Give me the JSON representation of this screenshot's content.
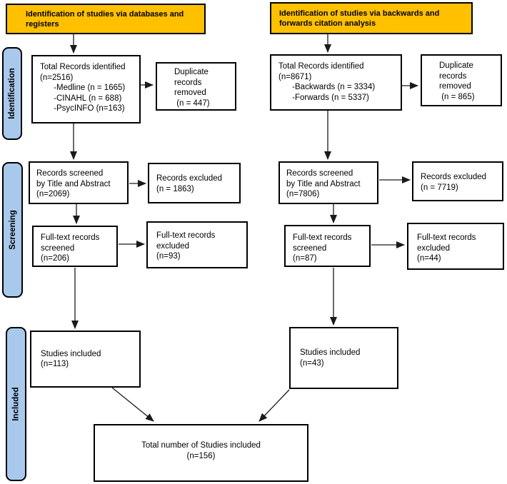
{
  "headers": {
    "left": "Identification of studies via databases and registers",
    "right": "Identification of studies via backwards and forwards citation analysis"
  },
  "sidebars": {
    "identification": "Identification",
    "screening": "Screening",
    "included": "Included"
  },
  "left_column": {
    "total_records": [
      "Total Records identified",
      "(n=2516)",
      "      -Medline (n = 1665)",
      "      -CINAHL (n = 688)",
      "      -PsycINFO (n=163)"
    ],
    "duplicates_removed": [
      "Duplicate",
      "records",
      "removed",
      " (n = 447)"
    ],
    "records_screened": [
      "Records screened",
      "by Title and Abstract",
      "(n=2069)"
    ],
    "records_excluded": [
      "Records excluded",
      "(n = 1863)"
    ],
    "fulltext_screened": [
      "Full-text records",
      "screened",
      "(n=206)"
    ],
    "fulltext_excluded": [
      "Full-text records",
      "excluded",
      "(n=93)"
    ],
    "studies_included": [
      "Studies included",
      "(n=113)"
    ]
  },
  "right_column": {
    "total_records": [
      "Total Records identified",
      "(n=8671)",
      "      -Backwards (n = 3334)",
      "      -Forwards (n = 5337)"
    ],
    "duplicates_removed": [
      "Duplicate",
      "records",
      "removed",
      " (n = 865)"
    ],
    "records_screened": [
      "Records screened",
      "by Title and Abstract",
      "(n=7806)"
    ],
    "records_excluded": [
      "Records excluded",
      "(n = 7719)"
    ],
    "fulltext_screened": [
      "Full-text records",
      "screened",
      "(n=87)"
    ],
    "fulltext_excluded": [
      "Full-text records",
      "excluded",
      "(n=44)"
    ],
    "studies_included": [
      "Studies included",
      "(n=43)"
    ]
  },
  "total_included": [
    "Total number of Studies included",
    "(n=156)"
  ],
  "colors": {
    "header_bg": "#FFC000",
    "stage_pill_bg": "#A9C9EC",
    "box_border": "#000000",
    "arrow": "#1a1a1a"
  }
}
